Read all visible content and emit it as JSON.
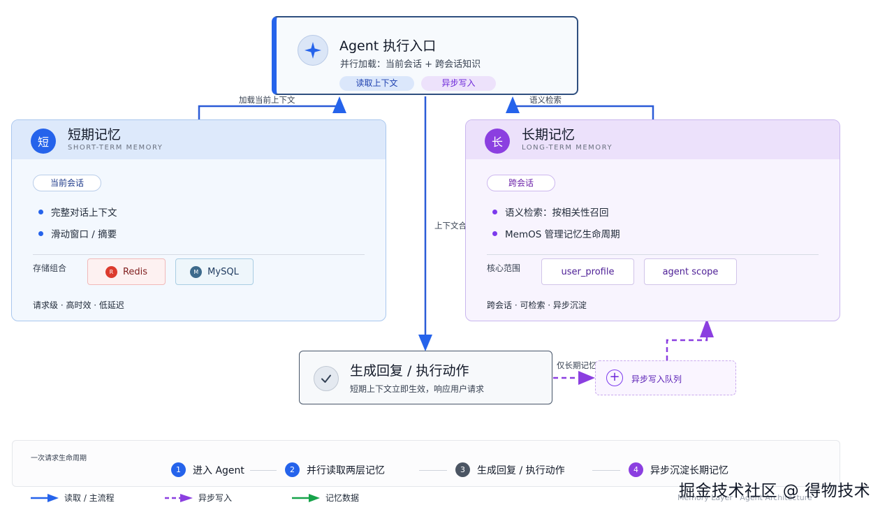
{
  "entry": {
    "title": "Agent 执行入口",
    "subtitle": "并行加载：当前会话 + 跨会话知识",
    "pill_read": "读取上下文",
    "pill_write": "异步写入"
  },
  "edges": {
    "load_context": "加载当前上下文",
    "semantic_search": "语义检索",
    "merge_context": "上下文合并",
    "long_only": "仅长期记忆"
  },
  "short_term": {
    "badge": "短",
    "title": "短期记忆",
    "subtitle": "SHORT-TERM MEMORY",
    "tag": "当前会话",
    "bullets": [
      "完整对话上下文",
      "滑动窗口 / 摘要"
    ],
    "storage_label": "存储组合",
    "chips": [
      {
        "name": "Redis",
        "dot": "R"
      },
      {
        "name": "MySQL",
        "dot": "M"
      }
    ],
    "footer": "请求级 · 高时效 · 低延迟"
  },
  "long_term": {
    "badge": "长",
    "title": "长期记忆",
    "subtitle": "LONG-TERM MEMORY",
    "tag": "跨会话",
    "bullets": [
      "语义检索：按相关性召回",
      "MemOS 管理记忆生命周期"
    ],
    "scope_label": "核心范围",
    "chips": [
      "user_profile",
      "agent scope"
    ],
    "footer": "跨会话 · 可检索 · 异步沉淀"
  },
  "generate": {
    "title": "生成回复 / 执行动作",
    "subtitle": "短期上下文立即生效，响应用户请求"
  },
  "queue": {
    "label": "异步写入队列"
  },
  "lifecycle": {
    "title": "一次请求生命周期",
    "steps": [
      {
        "num": "1",
        "label": "进入 Agent",
        "color": "#2563eb"
      },
      {
        "num": "2",
        "label": "并行读取两层记忆",
        "color": "#2563eb"
      },
      {
        "num": "3",
        "label": "生成回复 / 执行动作",
        "color": "#4b5563"
      },
      {
        "num": "4",
        "label": "异步沉淀长期记忆",
        "color": "#8b3fe0"
      }
    ]
  },
  "legend": {
    "read": "读取 / 主流程",
    "async": "异步写入",
    "data": "记忆数据"
  },
  "caption": "Memory Layer · Agent Architecture",
  "watermark": "掘金技术社区 @ 得物技术",
  "colors": {
    "blue": "#2563eb",
    "purple": "#8b3fe0",
    "green": "#16a34a"
  }
}
